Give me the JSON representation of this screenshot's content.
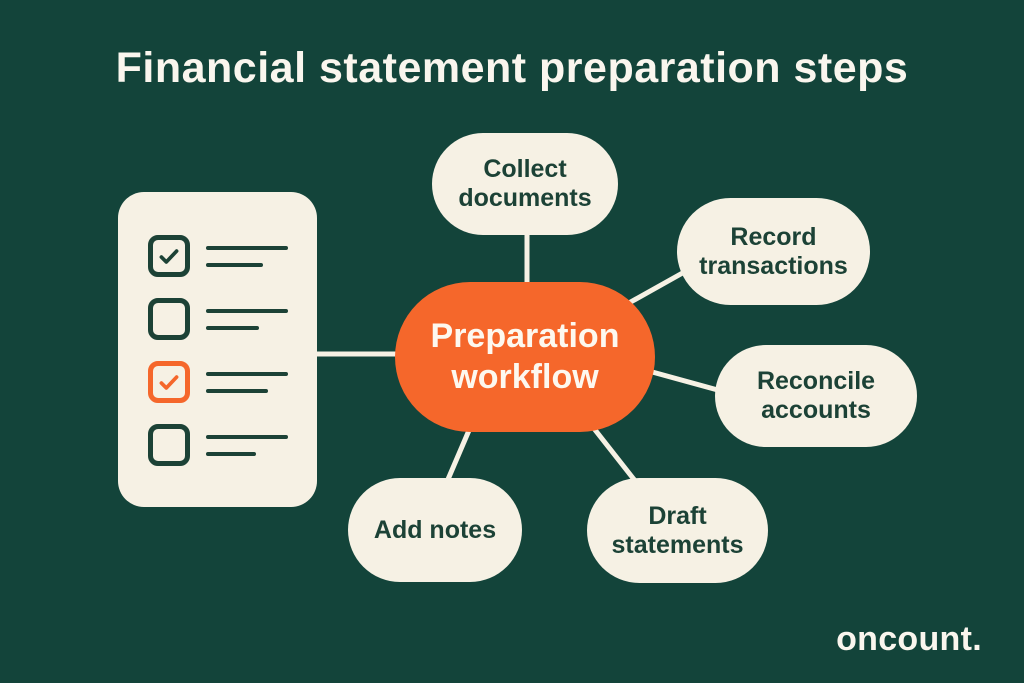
{
  "title": "Financial statement preparation steps",
  "brand": "oncount.",
  "colors": {
    "background": "#13443a",
    "accent_orange": "#f5672b",
    "bubble_cream": "#f6f1e4",
    "dark_green_ink": "#1c4236",
    "light_text": "#faf6ee"
  },
  "diagram": {
    "center": {
      "id": "preparation-workflow",
      "label": "Preparation workflow"
    },
    "nodes": [
      {
        "id": "collect-documents",
        "label": "Collect documents"
      },
      {
        "id": "record-transactions",
        "label": "Record transactions"
      },
      {
        "id": "reconcile-accounts",
        "label": "Reconcile accounts"
      },
      {
        "id": "draft-statements",
        "label": "Draft statements"
      },
      {
        "id": "add-notes",
        "label": "Add notes"
      }
    ],
    "edges": [
      {
        "from": "preparation-workflow",
        "to": "collect-documents"
      },
      {
        "from": "preparation-workflow",
        "to": "record-transactions"
      },
      {
        "from": "preparation-workflow",
        "to": "reconcile-accounts"
      },
      {
        "from": "preparation-workflow",
        "to": "draft-statements"
      },
      {
        "from": "preparation-workflow",
        "to": "add-notes"
      },
      {
        "from": "preparation-workflow",
        "to": "checklist-card"
      }
    ]
  },
  "checklist": {
    "items": [
      {
        "checked": true,
        "accent": "green"
      },
      {
        "checked": false,
        "accent": "green"
      },
      {
        "checked": true,
        "accent": "orange"
      },
      {
        "checked": false,
        "accent": "green"
      }
    ]
  }
}
